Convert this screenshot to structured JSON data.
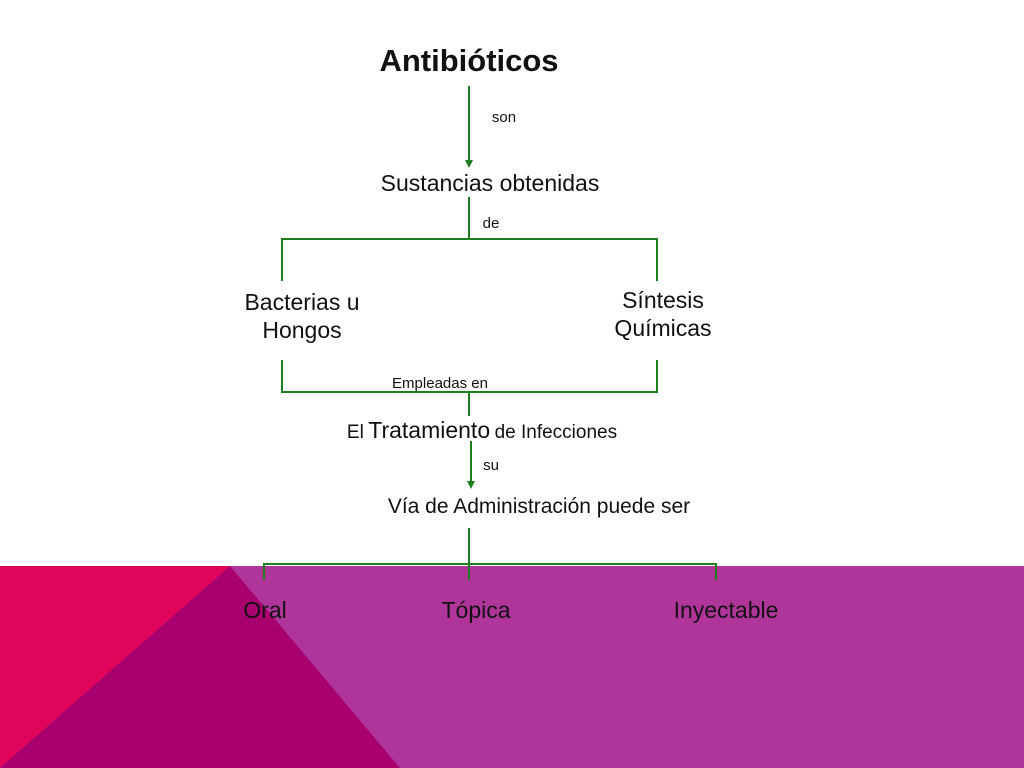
{
  "diagram": {
    "title": "Antibióticos",
    "connector_1": "son",
    "node_sustancias": "Sustancias obtenidas",
    "connector_2": "de",
    "node_bacterias_line1": "Bacterias u",
    "node_bacterias_line2": "Hongos",
    "node_sintesis_line1": "Síntesis",
    "node_sintesis_line2": "Químicas",
    "connector_3": "Empleadas en",
    "node_tratamiento_prefix": "El",
    "node_tratamiento_main": "Tratamiento",
    "node_tratamiento_suffix": "de Infecciones",
    "connector_4": "su",
    "node_via": "Vía de Administración puede ser",
    "leaf_oral": "Oral",
    "leaf_topica": "Tópica",
    "leaf_inyectable": "Inyectable"
  },
  "colors": {
    "connector_line": "#1e7d1e",
    "band_magenta": "#b0359a",
    "band_red": "#e0055a",
    "band_dark": "#a8006e",
    "text": "#111111"
  }
}
